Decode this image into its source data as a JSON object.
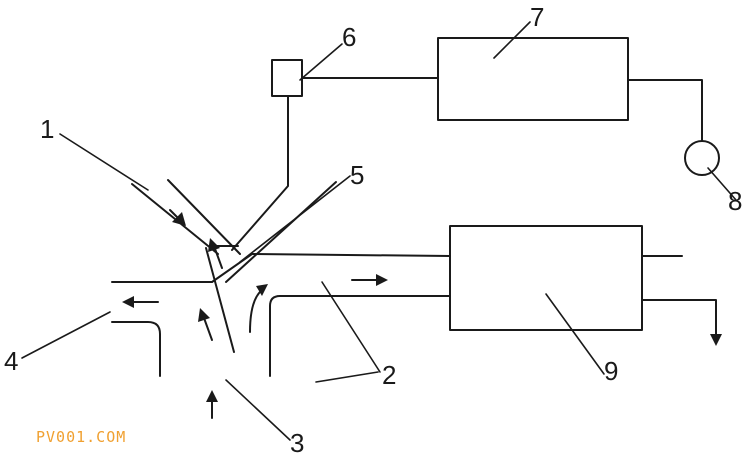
{
  "labels": {
    "n1": "1",
    "n2": "2",
    "n3": "3",
    "n4": "4",
    "n5": "5",
    "n6": "6",
    "n7": "7",
    "n8": "8",
    "n9": "9"
  },
  "watermark": "PV001.COM",
  "colors": {
    "line": "#1a1a1a",
    "watermark": "#f0a030",
    "background": "#ffffff"
  }
}
